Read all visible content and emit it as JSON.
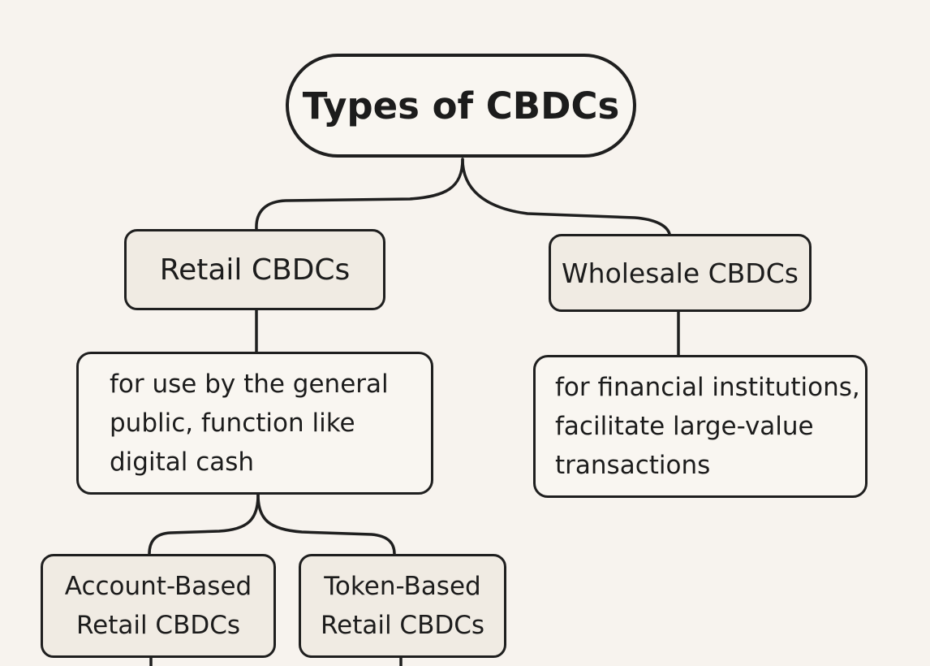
{
  "diagram": {
    "root": {
      "label": "Types of CBDCs"
    },
    "retail": {
      "label": "Retail CBDCs",
      "description": [
        "for use by the general",
        "public, function like",
        "digital cash"
      ],
      "subtypes": [
        {
          "lines": [
            "Account-Based",
            "Retail CBDCs"
          ]
        },
        {
          "lines": [
            "Token-Based",
            "Retail CBDCs"
          ]
        }
      ]
    },
    "wholesale": {
      "label": "Wholesale CBDCs",
      "description": [
        "for financial institutions,",
        "facilitate large-value",
        "transactions"
      ]
    }
  }
}
